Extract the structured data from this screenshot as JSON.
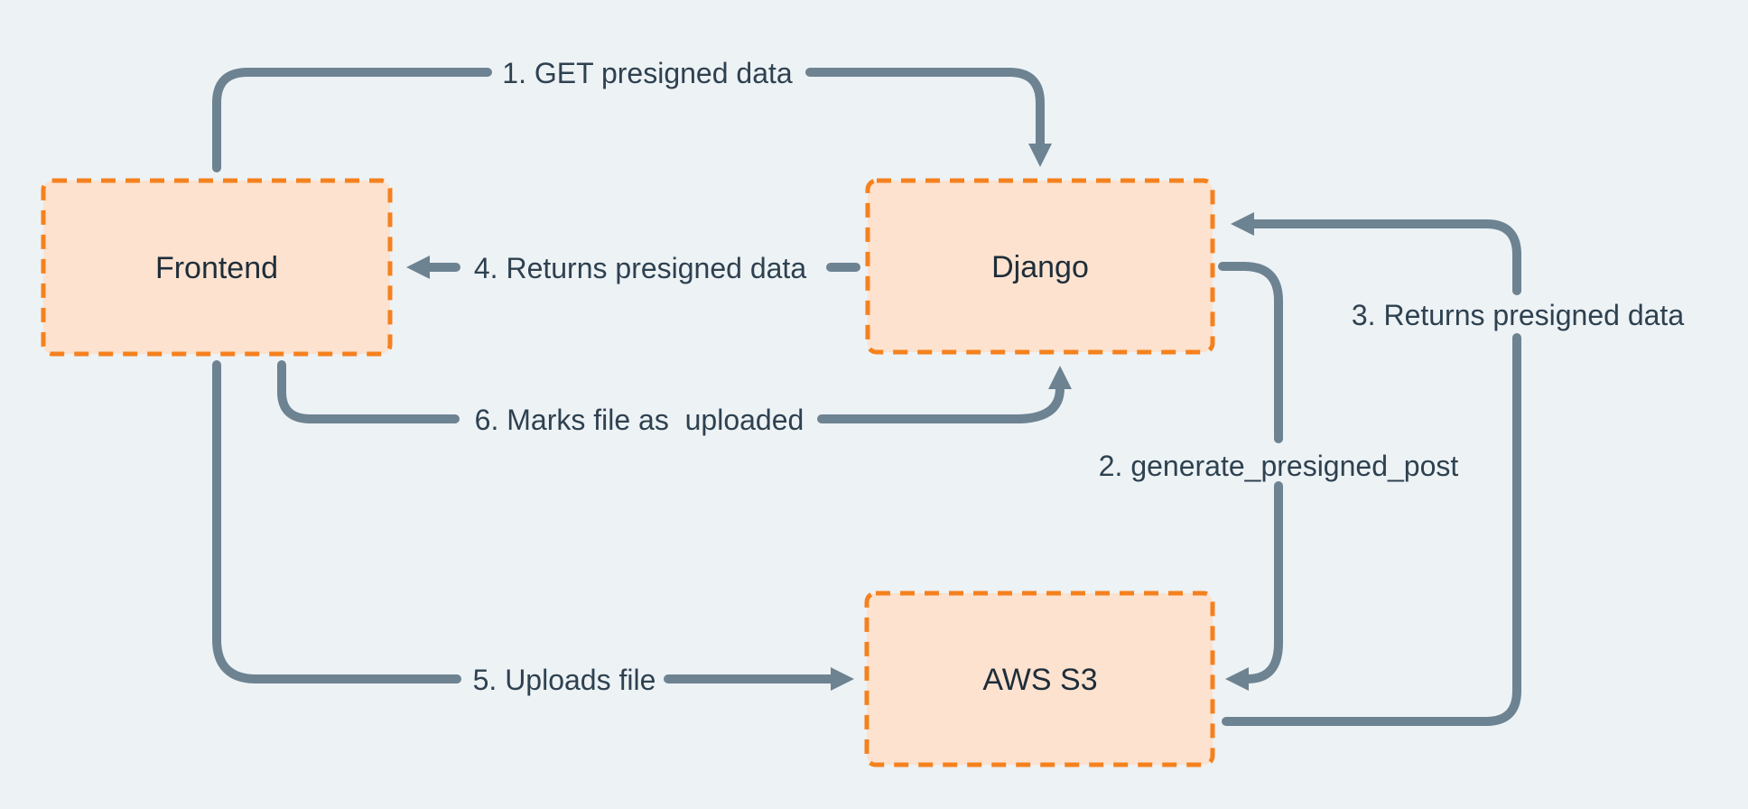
{
  "diagram": {
    "background_color": "#EDF2F5",
    "node_fill_color": "#FCE2CF",
    "node_border_color": "#F5811E",
    "edge_color": "#6D8392",
    "edge_label_color": "#2E4150",
    "node_label_color": "#1E2D39",
    "nodes": {
      "frontend": {
        "label": "Frontend"
      },
      "django": {
        "label": "Django"
      },
      "aws_s3": {
        "label": "AWS S3"
      }
    },
    "edges": {
      "e1": {
        "label": "1. GET presigned data",
        "from": "Frontend",
        "to": "Django"
      },
      "e2": {
        "label": "2. generate_presigned_post",
        "from": "Django",
        "to": "AWS S3"
      },
      "e3": {
        "label": "3. Returns presigned data",
        "from": "AWS S3",
        "to": "Django"
      },
      "e4": {
        "label": "4. Returns presigned data",
        "from": "Django",
        "to": "Frontend"
      },
      "e5": {
        "label": "5. Uploads file",
        "from": "Frontend",
        "to": "AWS S3"
      },
      "e6": {
        "label": "6. Marks file as  uploaded",
        "from": "Frontend",
        "to": "Django"
      }
    }
  }
}
